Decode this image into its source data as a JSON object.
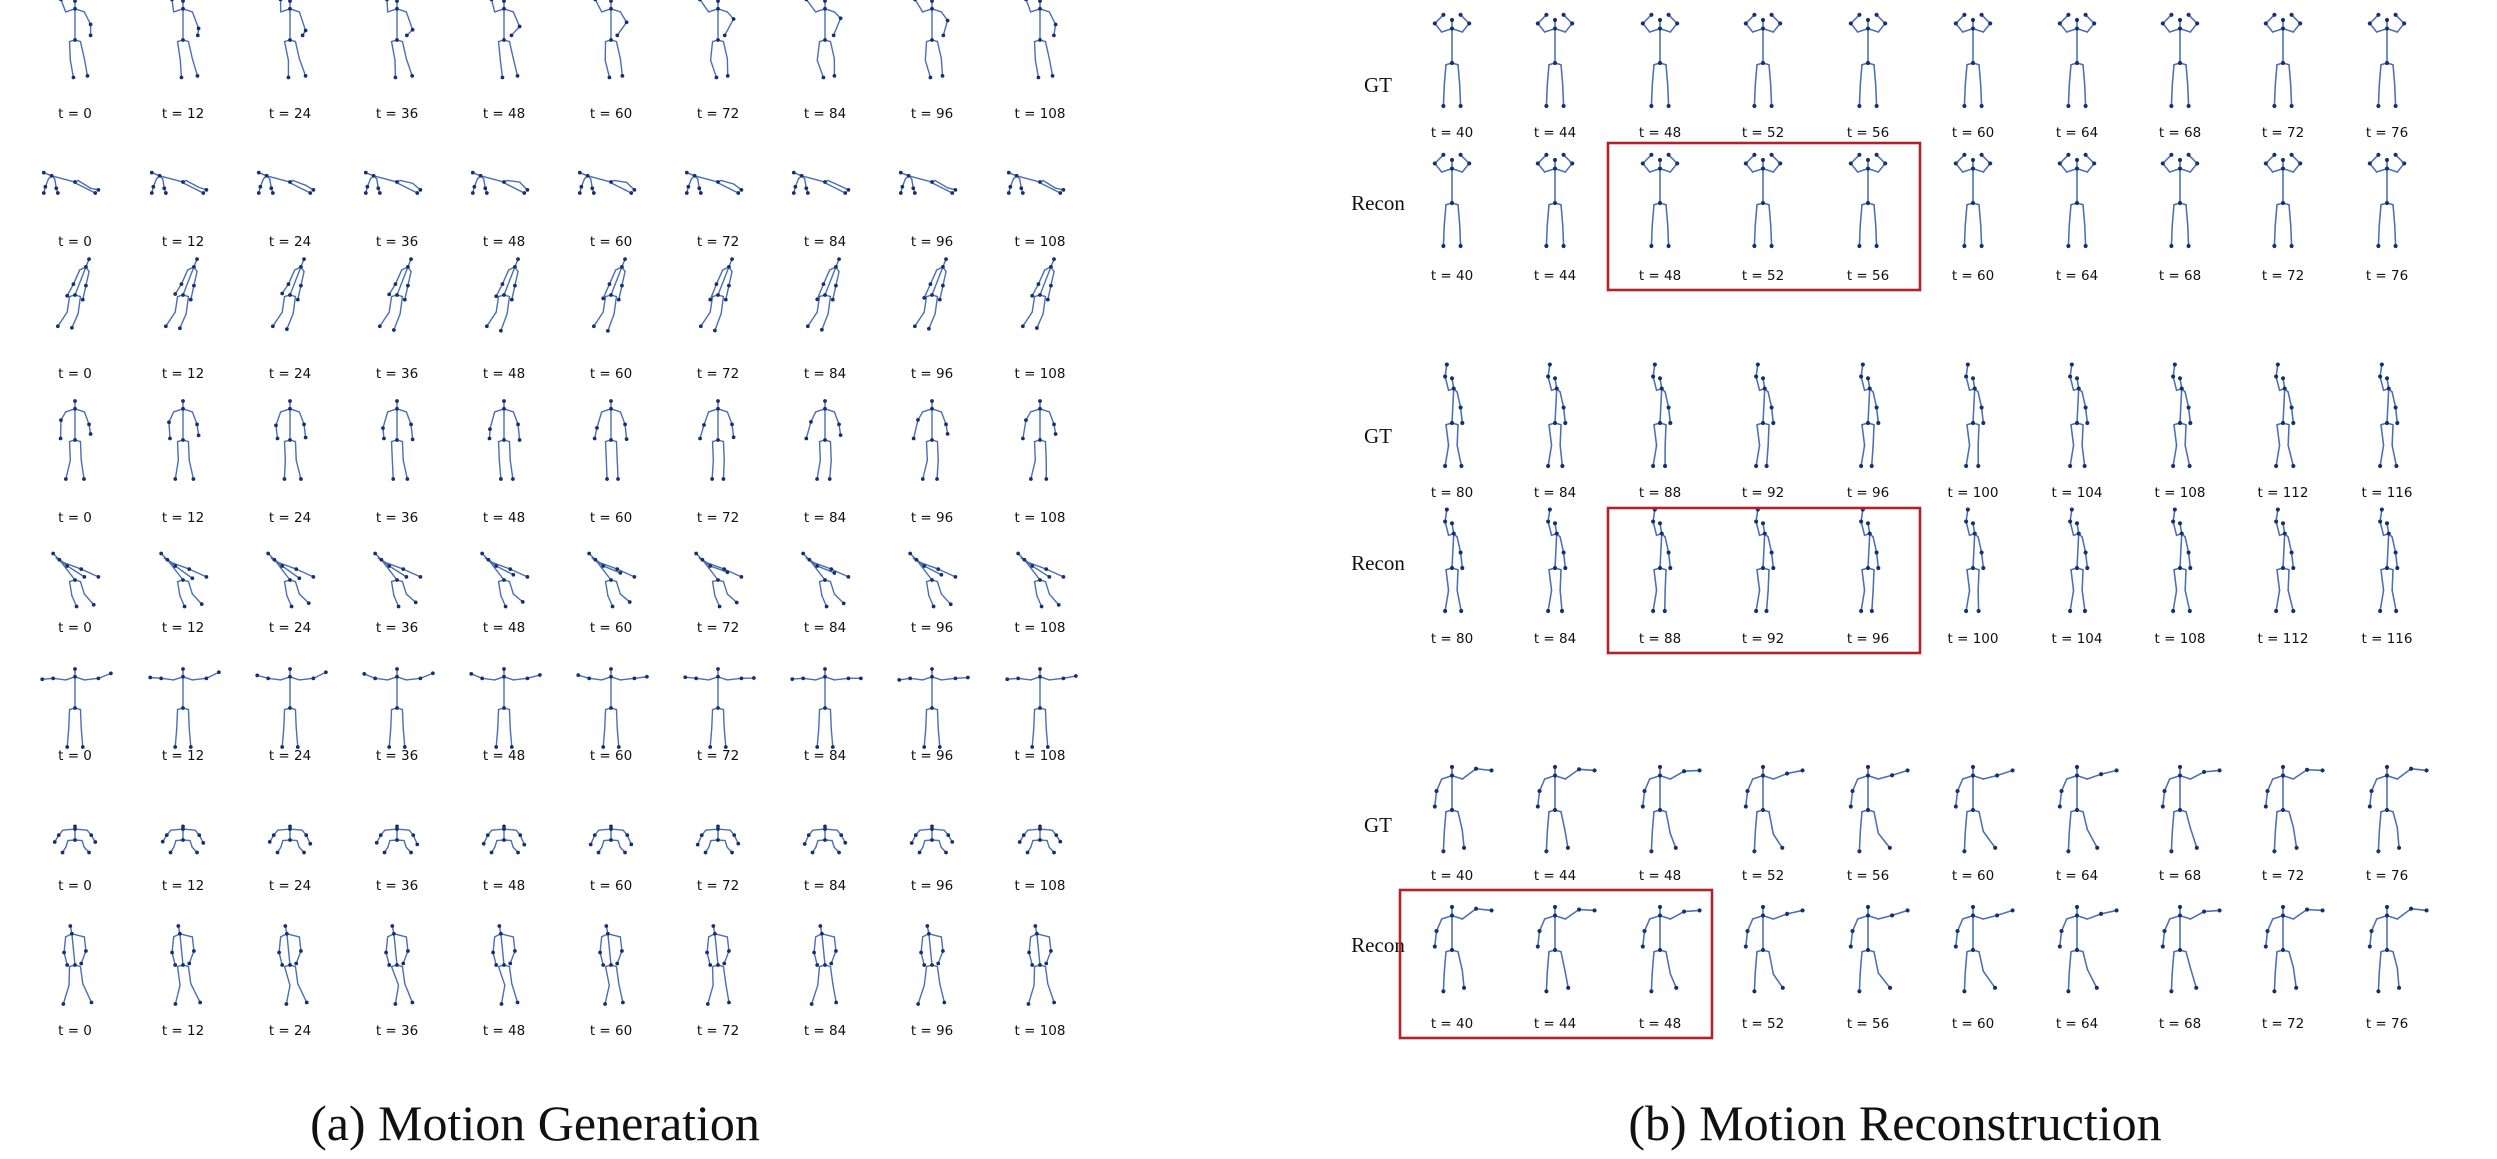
{
  "colors": {
    "bone": "#4a6fb5",
    "joint": "#16306e",
    "highlight": "#b0232a",
    "text": "#111111"
  },
  "generation": {
    "caption": "(a) Motion Generation",
    "frame_labels": [
      "t = 0",
      "t = 12",
      "t = 24",
      "t = 36",
      "t = 48",
      "t = 60",
      "t = 72",
      "t = 84",
      "t = 96",
      "t = 108"
    ],
    "rows": [
      {
        "pose": "waving-arms"
      },
      {
        "pose": "crawling"
      },
      {
        "pose": "leaning-forward"
      },
      {
        "pose": "turning-walk"
      },
      {
        "pose": "bending-reach"
      },
      {
        "pose": "arms-spread"
      },
      {
        "pose": "crouching"
      },
      {
        "pose": "lunging-walk"
      }
    ]
  },
  "reconstruction": {
    "caption": "(b) Motion Reconstruction",
    "blocks": [
      {
        "gt_label": "GT",
        "recon_label": "Recon",
        "frame_labels": [
          "t = 40",
          "t = 44",
          "t = 48",
          "t = 52",
          "t = 56",
          "t = 60",
          "t = 64",
          "t = 68",
          "t = 72",
          "t = 76"
        ],
        "highlight_frames": [
          2,
          3,
          4
        ],
        "pose": "standing-hands-up"
      },
      {
        "gt_label": "GT",
        "recon_label": "Recon",
        "frame_labels": [
          "t = 80",
          "t = 84",
          "t = 88",
          "t = 92",
          "t = 96",
          "t = 100",
          "t = 104",
          "t = 108",
          "t = 112",
          "t = 116"
        ],
        "highlight_frames": [
          2,
          3,
          4
        ],
        "pose": "side-walk-arm-up"
      },
      {
        "gt_label": "GT",
        "recon_label": "Recon",
        "frame_labels": [
          "t = 40",
          "t = 44",
          "t = 48",
          "t = 52",
          "t = 56",
          "t = 60",
          "t = 64",
          "t = 68",
          "t = 72",
          "t = 76"
        ],
        "highlight_frames": [
          0,
          1,
          2
        ],
        "pose": "arm-raise-kick"
      }
    ]
  }
}
